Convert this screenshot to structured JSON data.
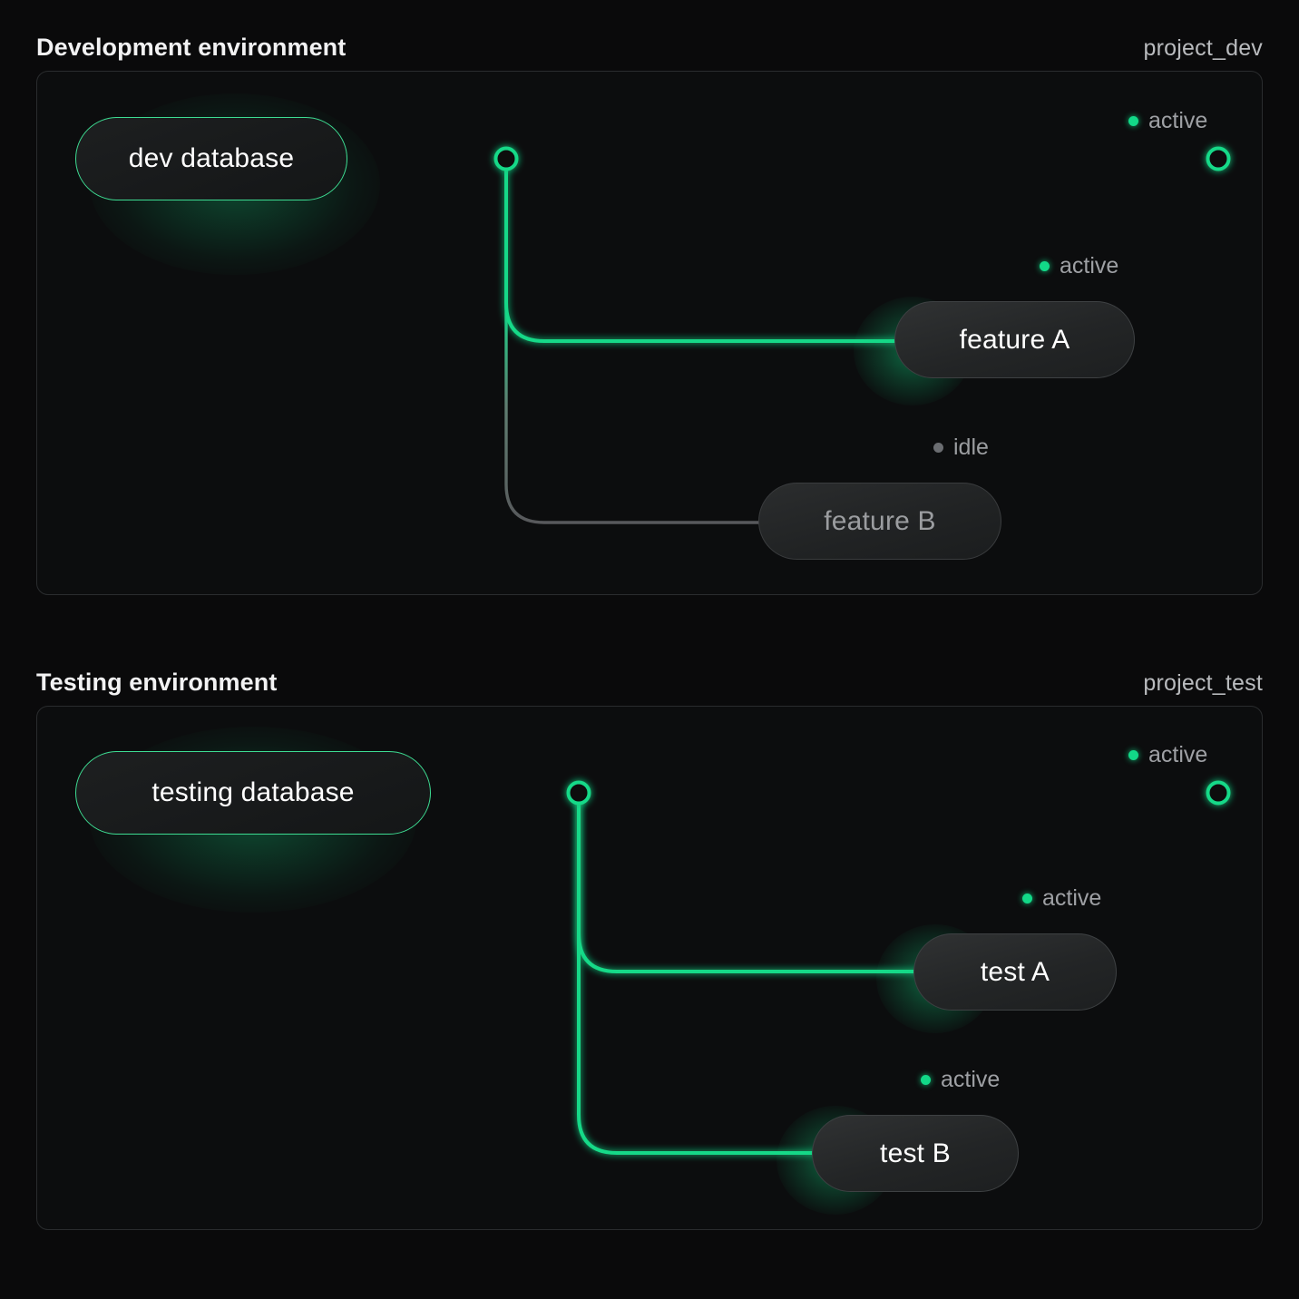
{
  "environments": [
    {
      "id": "dev",
      "title": "Development environment",
      "project": "project_dev",
      "database": {
        "label": "dev database",
        "status": "active"
      },
      "trunk": {
        "status_label": "active",
        "status": "active"
      },
      "children": [
        {
          "label": "feature A",
          "status_label": "active",
          "status": "active"
        },
        {
          "label": "feature B",
          "status_label": "idle",
          "status": "idle"
        }
      ]
    },
    {
      "id": "test",
      "title": "Testing environment",
      "project": "project_test",
      "database": {
        "label": "testing database",
        "status": "active"
      },
      "trunk": {
        "status_label": "active",
        "status": "active"
      },
      "children": [
        {
          "label": "test A",
          "status_label": "active",
          "status": "active"
        },
        {
          "label": "test B",
          "status_label": "active",
          "status": "active"
        }
      ]
    }
  ],
  "colors": {
    "accent_green": "#12d988",
    "idle_gray": "#6b6d71",
    "page_background": "#0a0a0b",
    "card_background": "#0c0d0e",
    "card_border": "#2a2c2e",
    "text_primary": "#f2f2f3",
    "text_muted": "#9ea0a4"
  }
}
